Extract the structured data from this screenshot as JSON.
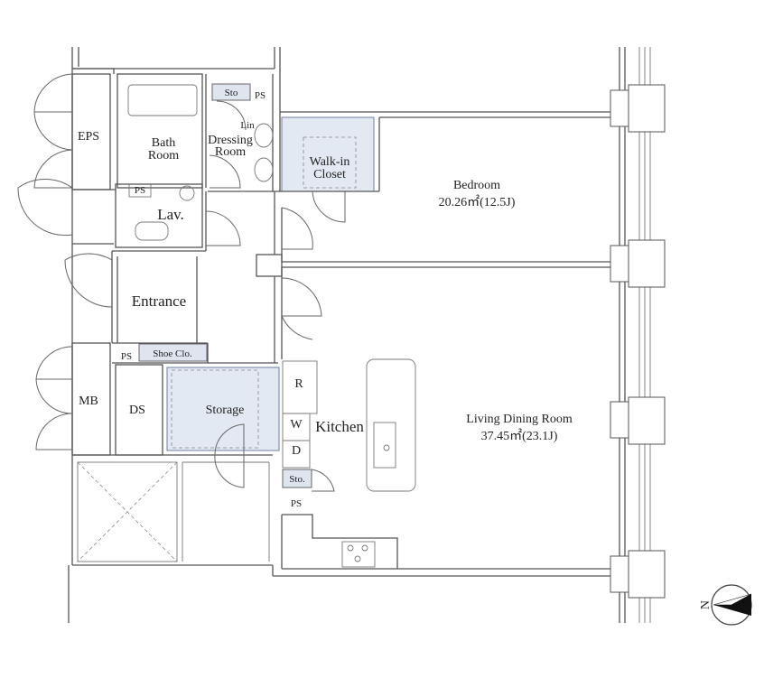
{
  "rooms": {
    "eps": "EPS",
    "bath": "Bath",
    "bath2": "Room",
    "sto_top": "Sto",
    "ps_top": "PS",
    "lin": "Lin",
    "dressing": "Dressing",
    "dressing2": "Room",
    "walkin": "Walk-in",
    "walkin2": "Closet",
    "bedroom": "Bedroom",
    "bedroom_area": "20.26㎡(12.5J)",
    "ps_lav": "PS",
    "lav": "Lav.",
    "entrance": "Entrance",
    "ps_shoe": "PS",
    "shoe": "Shoe Clo.",
    "mb": "MB",
    "ds": "DS",
    "storage": "Storage",
    "r": "R",
    "w": "W",
    "d": "D",
    "kitchen": "Kitchen",
    "sto_k": "Sto.",
    "ps_k": "PS",
    "living": "Living Dining Room",
    "living_area": "37.45㎡(23.1J)"
  },
  "compass": {
    "label": "N"
  },
  "colors": {
    "closet_fill": "#e3e9f3",
    "wall": "#555555",
    "line": "#777777"
  }
}
